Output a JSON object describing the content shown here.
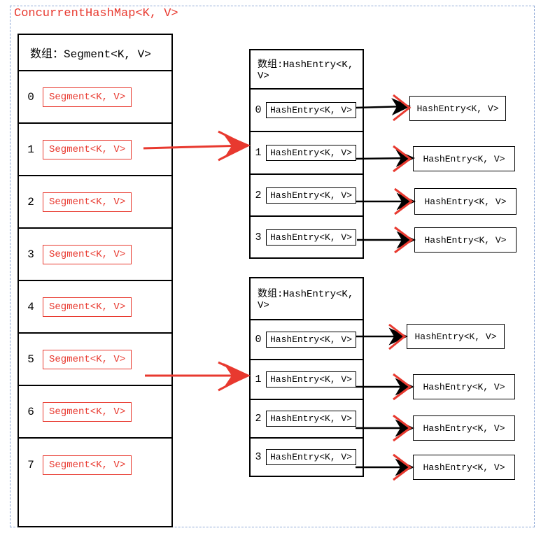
{
  "title": "ConcurrentHashMap<K, V>",
  "colors": {
    "accent_red": "#e8392f",
    "frame_blue": "#8fa9d6",
    "line_black": "#000000"
  },
  "segment_table": {
    "header": "数组：Segment<K, V>",
    "rows": [
      {
        "index": "0",
        "label": "Segment<K, V>"
      },
      {
        "index": "1",
        "label": "Segment<K, V>"
      },
      {
        "index": "2",
        "label": "Segment<K, V>"
      },
      {
        "index": "3",
        "label": "Segment<K, V>"
      },
      {
        "index": "4",
        "label": "Segment<K, V>"
      },
      {
        "index": "5",
        "label": "Segment<K, V>"
      },
      {
        "index": "6",
        "label": "Segment<K, V>"
      },
      {
        "index": "7",
        "label": "Segment<K, V>"
      }
    ]
  },
  "hash_tables": [
    {
      "header": "数组:HashEntry<K, V>",
      "rows": [
        {
          "index": "0",
          "label": "HashEntry<K, V>",
          "next": "HashEntry<K, V>"
        },
        {
          "index": "1",
          "label": "HashEntry<K, V>",
          "next": "HashEntry<K, V>"
        },
        {
          "index": "2",
          "label": "HashEntry<K, V>",
          "next": "HashEntry<K, V>"
        },
        {
          "index": "3",
          "label": "HashEntry<K, V>",
          "next": "HashEntry<K, V>"
        }
      ]
    },
    {
      "header": "数组:HashEntry<K, V>",
      "rows": [
        {
          "index": "0",
          "label": "HashEntry<K, V>",
          "next": "HashEntry<K, V>"
        },
        {
          "index": "1",
          "label": "HashEntry<K, V>",
          "next": "HashEntry<K, V>"
        },
        {
          "index": "2",
          "label": "HashEntry<K, V>",
          "next": "HashEntry<K, V>"
        },
        {
          "index": "3",
          "label": "HashEntry<K, V>",
          "next": "HashEntry<K, V>"
        }
      ]
    }
  ],
  "connectors": {
    "segment_to_table_1": "red-arrow",
    "segment_to_table_2": "red-arrow"
  }
}
